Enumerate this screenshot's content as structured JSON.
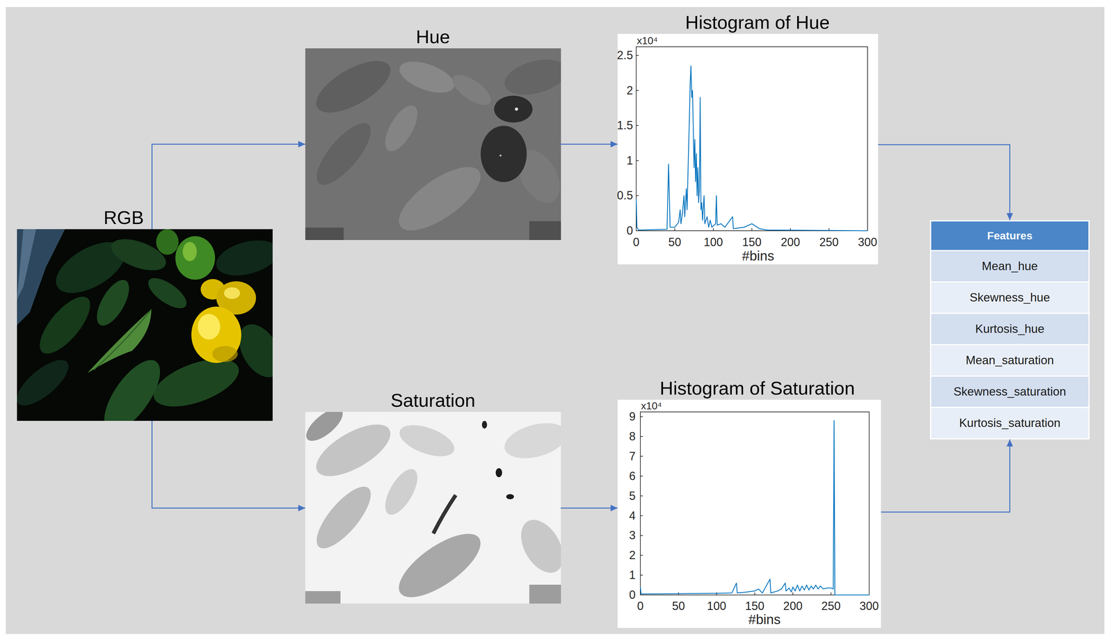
{
  "diagram": {
    "nodes": [
      {
        "text": [
          "RGB"
        ]
      },
      {
        "text": [
          "Hue"
        ]
      },
      {
        "text": [
          "Histogram of Hue"
        ]
      },
      {
        "text": [
          "Saturation"
        ]
      },
      {
        "text": [
          "Histogram of Saturation"
        ]
      },
      {
        "text": [
          "Features"
        ]
      },
      {
        "text": [
          "Mean_hue"
        ],
        "in": 5
      },
      {
        "text": [
          "Skewness_hue"
        ],
        "in": 5
      },
      {
        "text": [
          "Kurtosis_hue"
        ],
        "in": 5
      },
      {
        "text": [
          "Mean_saturation"
        ],
        "in": 5
      },
      {
        "text": [
          "Skewness_saturation"
        ],
        "in": 5
      },
      {
        "text": [
          "Kurtosis_saturation"
        ],
        "in": 5
      }
    ],
    "edges": [
      {
        "from": 0,
        "to": 1,
        "arrow": "to"
      },
      {
        "from": 0,
        "to": 3,
        "arrow": "to"
      },
      {
        "from": 1,
        "to": 2,
        "arrow": "to"
      },
      {
        "from": 3,
        "to": 4,
        "arrow": "to"
      },
      {
        "from": 2,
        "to": 5,
        "arrow": "to"
      },
      {
        "from": 4,
        "to": 5,
        "arrow": "to"
      }
    ],
    "labels": [
      "x10⁴",
      "2.5",
      "2",
      "1.5",
      "1",
      "0.5",
      "0",
      "0",
      "50",
      "100",
      "150",
      "200",
      "250",
      "300",
      "#bins",
      "x10⁴",
      "9",
      "8",
      "7",
      "6",
      "5",
      "4",
      "3",
      "2",
      "1",
      "0",
      "0",
      "50",
      "100",
      "150",
      "200",
      "250",
      "300",
      "#bins"
    ]
  }
}
